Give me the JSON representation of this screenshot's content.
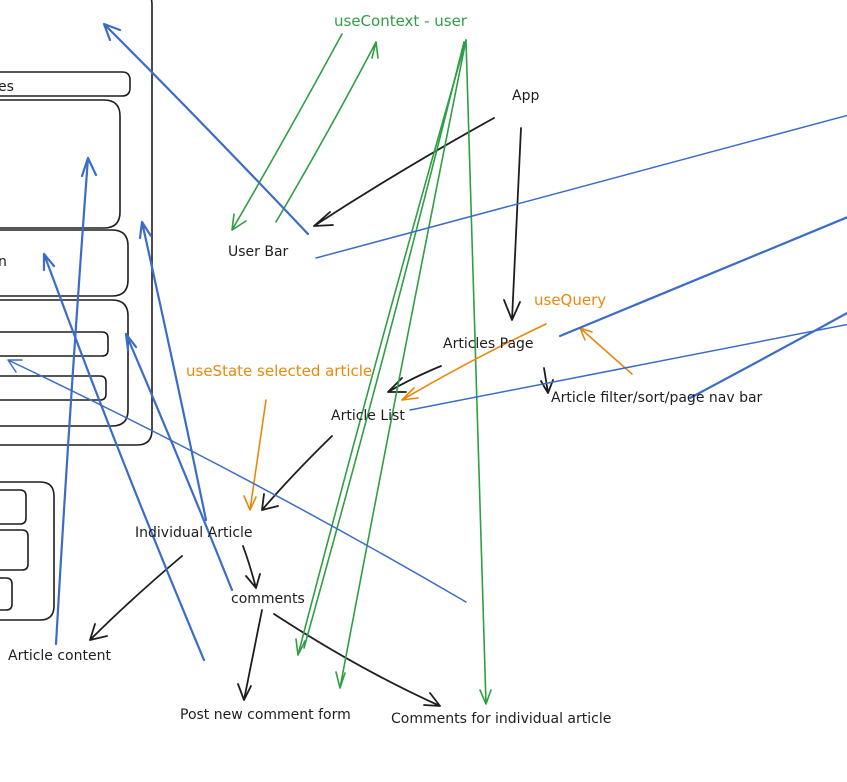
{
  "nodes": {
    "use_context": "useContext - user",
    "app": "App",
    "user_bar": "User Bar",
    "use_query": "useQuery",
    "articles_page": "Articles Page",
    "use_state": "useState selected article",
    "article_list": "Article List",
    "filter_bar": "Article filter/sort/page nav bar",
    "individual_article": "Individual Article",
    "comments": "comments",
    "article_content": "Article content",
    "post_comment_form": "Post new comment form",
    "comments_for_article": "Comments for individual article"
  },
  "wireframe": {
    "label_es": "es",
    "label_n": "n"
  },
  "colors": {
    "black": "#1e1e1e",
    "blue": "#3b6cc7",
    "green": "#2f9e44",
    "orange": "#e8890c"
  }
}
